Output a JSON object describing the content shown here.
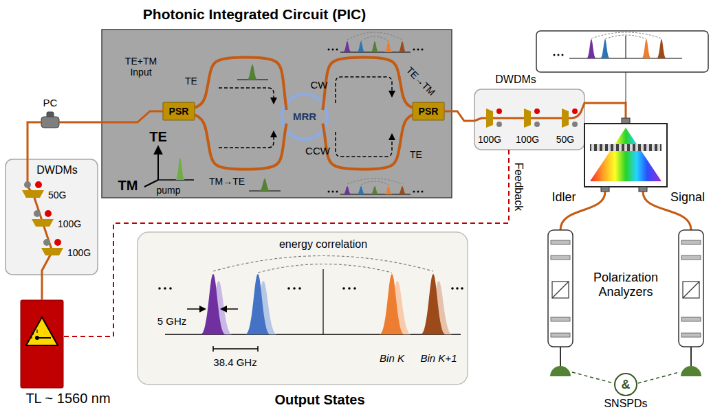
{
  "diagram": {
    "nodes": [
      {
        "text": [
          "Photonic Integrated Circuit (PIC)"
        ]
      },
      {
        "text": [
          "PSR"
        ],
        "in": 0
      },
      {
        "text": [
          "MRR"
        ],
        "in": 0
      },
      {
        "text": [
          "PSR"
        ],
        "in": 0
      },
      {
        "text": [
          "PC"
        ]
      },
      {
        "text": [
          "DWDMs",
          "50G",
          "100G",
          "100G"
        ]
      },
      {
        "text": [
          "TL ~ 1560 nm"
        ]
      },
      {
        "text": [
          "DWDMs",
          "100G",
          "100G",
          "50G"
        ]
      },
      {
        "text": [
          "Output States",
          "energy correlation",
          "5 GHz",
          "38.4 GHz",
          "Bin K",
          "Bin K+1"
        ]
      },
      {
        "text": [
          "&",
          "SNSPDs"
        ]
      }
    ],
    "edges": [
      {
        "from": 6,
        "to": 5,
        "arrow": "none"
      },
      {
        "from": 5,
        "to": 4,
        "arrow": "none"
      },
      {
        "from": 4,
        "to": 1,
        "arrow": "none"
      },
      {
        "from": 1,
        "to": 2,
        "label": "TE",
        "arrow": "none"
      },
      {
        "from": 1,
        "to": 2,
        "label": "TM→TE",
        "arrow": "none"
      },
      {
        "from": 2,
        "to": 3,
        "label": "TE→TM",
        "arrow": "none"
      },
      {
        "from": 2,
        "to": 3,
        "label": "TE",
        "arrow": "none"
      },
      {
        "from": 3,
        "to": 7,
        "arrow": "none"
      },
      {
        "from": 7,
        "to": 6,
        "label": "Feedback",
        "arrow": "none"
      }
    ],
    "labels": [
      "TE+TM Input",
      "TE",
      "TM",
      "pump",
      "CW",
      "CCW",
      "Idler",
      "Signal",
      "Polarization Analyzers"
    ]
  }
}
